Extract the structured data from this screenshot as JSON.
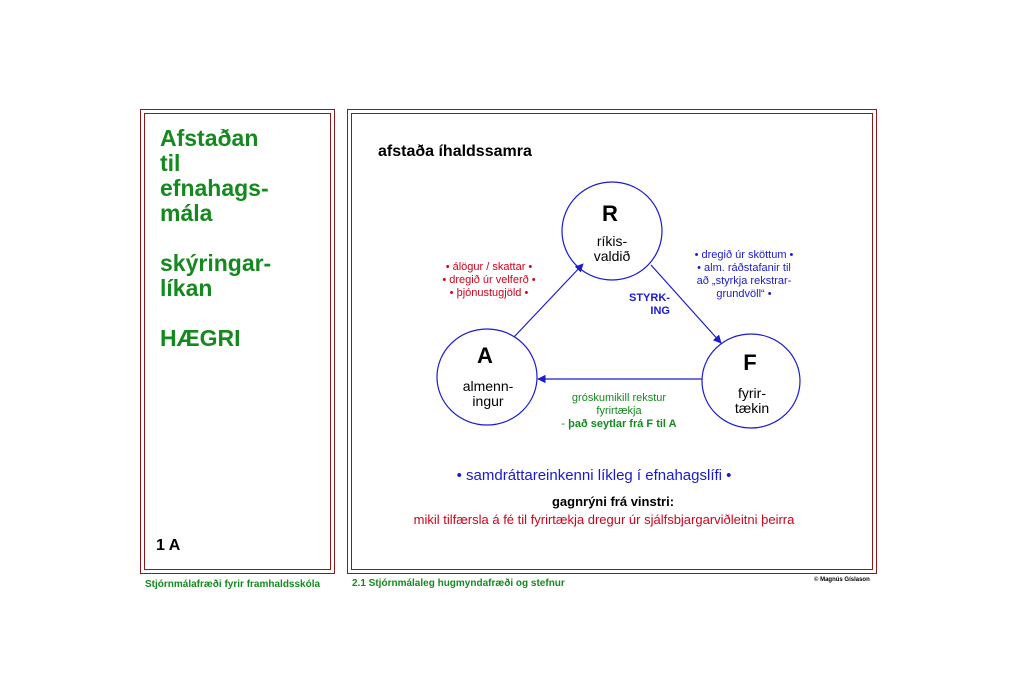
{
  "sidebar": {
    "title_lines": [
      "Afstaðan",
      "til",
      "efnahags-",
      "mála"
    ],
    "subtitle_lines": [
      "skýringar-",
      "líkan"
    ],
    "heading": "HÆGRI",
    "slide_number": "1 A"
  },
  "diagram": {
    "title": "afstaða íhaldssamra",
    "nodes": {
      "R": {
        "letter": "R",
        "label_lines": [
          "ríkis-",
          "valdið"
        ]
      },
      "A": {
        "letter": "A",
        "label_lines": [
          "almenn-",
          "ingur"
        ]
      },
      "F": {
        "letter": "F",
        "label_lines": [
          "fyrir-",
          "tækin"
        ]
      }
    },
    "edge_labels": {
      "a_to_r": [
        "• álögur / skattar •",
        "• dregið úr velferð •",
        "• þjónustugjöld •"
      ],
      "r_to_f_note": [
        "• dregið úr sköttum •",
        "• alm. ráðstafanir til",
        "að „styrkja rekstrar-",
        "grundvöll“ •"
      ],
      "r_to_f_tag": [
        "STYRK-",
        "ING"
      ],
      "f_to_a": [
        "gróskumikill rekstur",
        "fyrirtækja"
      ],
      "f_to_a_bold_prefix": "- ",
      "f_to_a_bold": "það  seytlar frá F til A"
    },
    "summary": "• samdráttareinkenni líkleg í efnahagslífi •",
    "critique_title": "gagnrýni frá vinstri:",
    "critique_text": "mikil tilfærsla á fé til fyrirtækja dregur úr sjálfsbjargarviðleitni þeirra"
  },
  "footer": {
    "left": "Stjórnmálafræði fyrir framhaldsskóla",
    "middle": "2.1  Stjórnmálaleg hugmyndafræði og stefnur",
    "copyright": "© Magnús Gíslason"
  },
  "colors": {
    "frame": "#8b1a1a",
    "title_green": "#148a1e",
    "arrow_blue": "#1a1ad0",
    "accent_red": "#d0021b"
  }
}
